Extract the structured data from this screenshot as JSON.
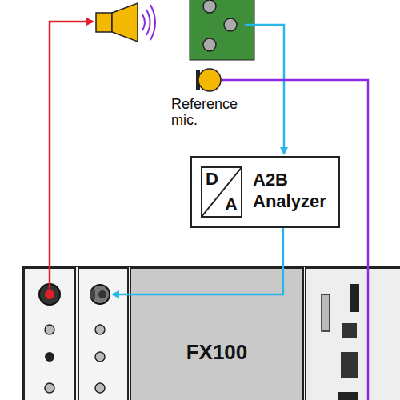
{
  "diagram": {
    "nodes": [
      {
        "text": [
          "Reference mic."
        ]
      },
      {
        "text": [
          "A2B Analyzer"
        ]
      },
      {
        "text": [
          "D",
          "A"
        ],
        "in": 1
      },
      {
        "text": [
          "FX100"
        ]
      }
    ],
    "edges": [
      {
        "from": 0,
        "to": 3,
        "arrow": "none"
      },
      {
        "from": 1,
        "to": 3,
        "arrow": "to"
      }
    ]
  }
}
